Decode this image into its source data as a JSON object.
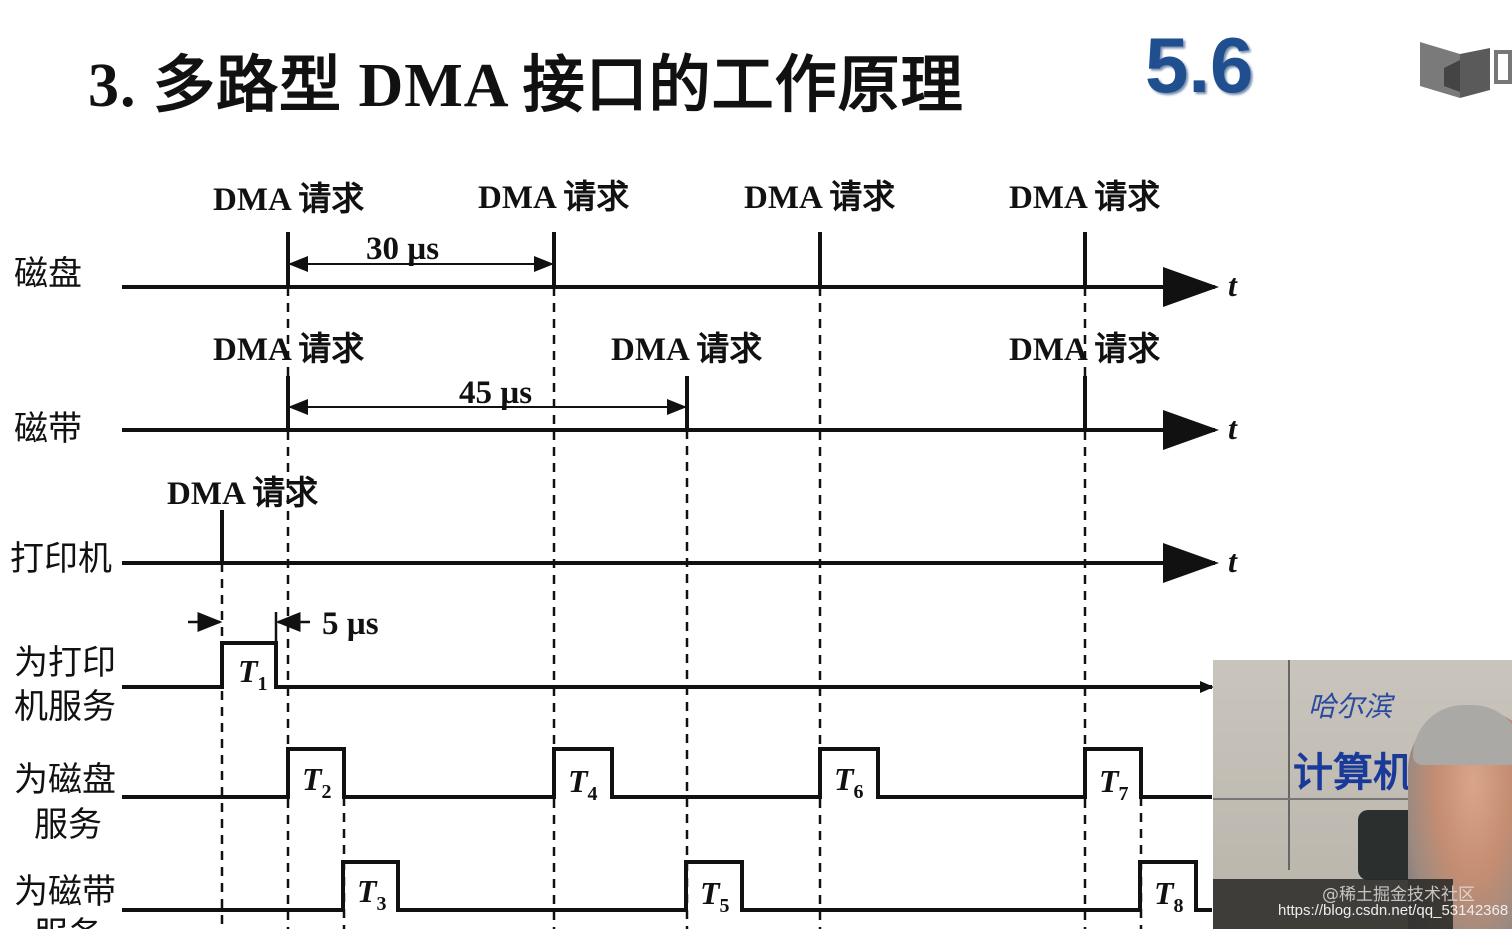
{
  "slide": {
    "title": "3. 多路型 DMA 接口的工作原理",
    "section_number": "5.6",
    "section_color": "#1f4f8f"
  },
  "diagram": {
    "time_axis_label": "t",
    "request_label": "DMA 请求",
    "rows": {
      "disk": "磁盘",
      "tape": "磁带",
      "printer": "打印机",
      "printer_service": [
        "为打印",
        "机服务"
      ],
      "disk_service": [
        "为磁盘",
        "服务"
      ],
      "tape_service": [
        "为磁带",
        "服务"
      ]
    },
    "intervals": {
      "disk": "30 µs",
      "tape": "45 µs",
      "printer_service": "5 µs"
    },
    "service_slots": {
      "printer": [
        {
          "name": "T",
          "sub": "1"
        }
      ],
      "disk": [
        {
          "name": "T",
          "sub": "2"
        },
        {
          "name": "T",
          "sub": "4"
        },
        {
          "name": "T",
          "sub": "6"
        },
        {
          "name": "T",
          "sub": "7"
        }
      ],
      "tape": [
        {
          "name": "T",
          "sub": "3"
        },
        {
          "name": "T",
          "sub": "5"
        },
        {
          "name": "T",
          "sub": "8"
        }
      ]
    }
  },
  "video_overlay": {
    "watermark": "@稀土掘金技术社区",
    "url": "https://blog.csdn.net/qq_53142368"
  }
}
